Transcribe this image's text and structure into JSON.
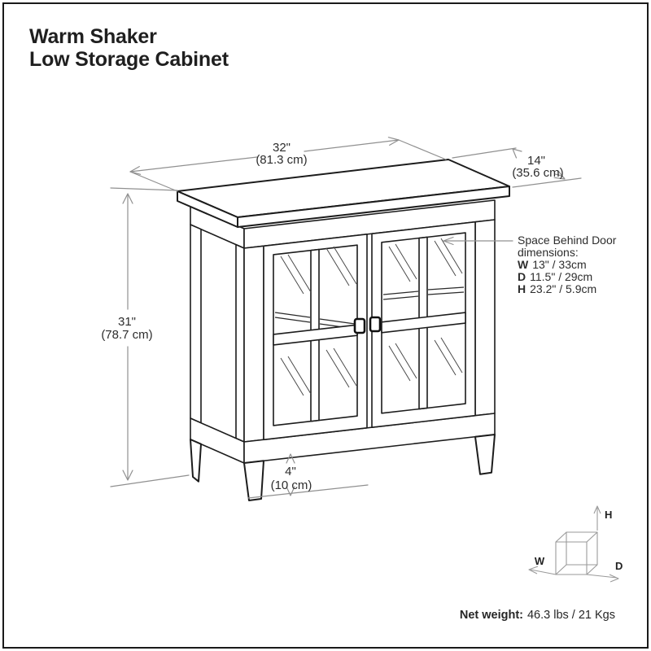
{
  "title": {
    "line1": "Warm Shaker",
    "line2": "Low Storage Cabinet"
  },
  "dimensions": {
    "width": {
      "in": "32\"",
      "cm": "(81.3 cm)"
    },
    "depth": {
      "in": "14\"",
      "cm": "(35.6 cm)"
    },
    "height": {
      "in": "31\"",
      "cm": "(78.7 cm)"
    },
    "leg_clearance": {
      "in": "4\"",
      "cm": "(10 cm)"
    }
  },
  "space_behind_door": {
    "heading_line1": "Space Behind Door",
    "heading_line2": "dimensions:",
    "w_label": "W",
    "w_value": "13\" / 33cm",
    "d_label": "D",
    "d_value": "11.5\" / 29cm",
    "h_label": "H",
    "h_value": "23.2\" / 5.9cm"
  },
  "net_weight": {
    "label": "Net weight:",
    "value": "46.3 lbs / 21 Kgs"
  },
  "orientation_cube": {
    "w": "W",
    "d": "D",
    "h": "H"
  },
  "colors": {
    "line": "#1c1c1c",
    "dimension": "#909090",
    "text": "#262626"
  }
}
